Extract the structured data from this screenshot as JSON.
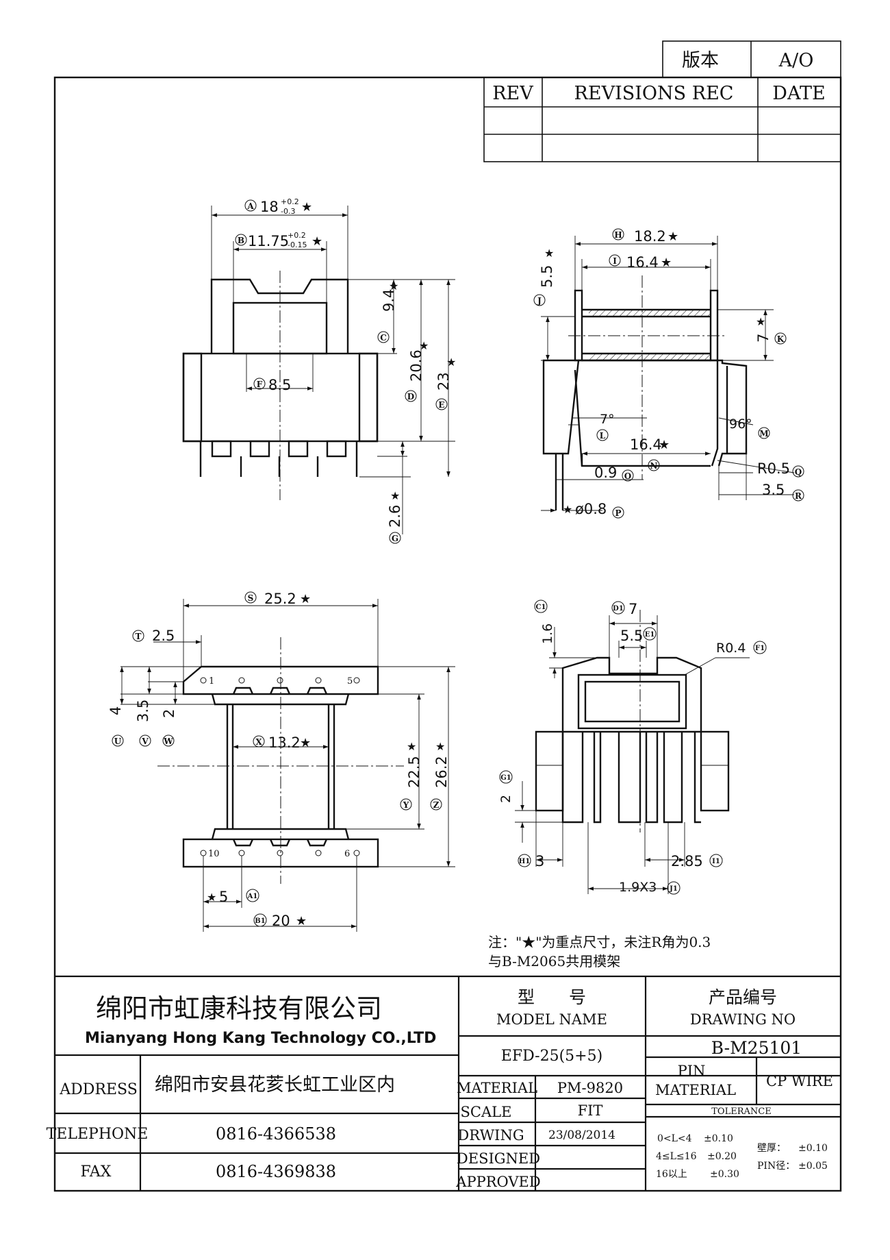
{
  "revision_header": {
    "version_label": "版本",
    "version_value": "A/O",
    "rev_label": "REV",
    "revisions_label": "REVISIONS REC",
    "date_label": "DATE"
  },
  "drawing": {
    "view_top_left": {
      "A": {
        "letter": "A",
        "text": "18",
        "tol_plus": "+0.2",
        "tol_minus": "-0.3"
      },
      "B": {
        "letter": "B",
        "text": "11.75",
        "tol_plus": "+0.2",
        "tol_minus": "-0.15"
      },
      "C": {
        "letter": "C",
        "text": "9.4"
      },
      "D": {
        "letter": "D",
        "text": "20.6"
      },
      "E": {
        "letter": "E",
        "text": "23"
      },
      "F": {
        "letter": "F",
        "text": "8.5"
      },
      "G": {
        "letter": "G",
        "text": "2.6"
      }
    },
    "view_top_right": {
      "H": {
        "letter": "H",
        "text": "18.2"
      },
      "I": {
        "letter": "I",
        "text": "16.4"
      },
      "J": {
        "letter": "J",
        "text": "5.5"
      },
      "K": {
        "letter": "K",
        "text": "7"
      },
      "L": {
        "letter": "L",
        "text": "7°"
      },
      "M": {
        "letter": "M",
        "text": "96°"
      },
      "N": {
        "letter": "N",
        "text": "16.4"
      },
      "O": {
        "letter": "O",
        "text": "0.9"
      },
      "P": {
        "letter": "P",
        "text": "ø0.8"
      },
      "Q": {
        "letter": "Q",
        "text": "R0.5"
      },
      "R": {
        "letter": "R",
        "text": "3.5"
      }
    },
    "view_bottom_left": {
      "S": {
        "letter": "S",
        "text": "25.2"
      },
      "T": {
        "letter": "T",
        "text": "2.5"
      },
      "U": {
        "letter": "U",
        "text": "4"
      },
      "V": {
        "letter": "V",
        "text": "3.5"
      },
      "W": {
        "letter": "W",
        "text": "2"
      },
      "X": {
        "letter": "X",
        "text": "13.2"
      },
      "Y": {
        "letter": "Y",
        "text": "22.5"
      },
      "Z": {
        "letter": "Z",
        "text": "26.2"
      },
      "A1": {
        "letter": "A1",
        "text": "5"
      },
      "B1": {
        "letter": "B1",
        "text": "20"
      },
      "pin_1": "1",
      "pin_5": "5",
      "pin_10": "10",
      "pin_6": "6"
    },
    "view_bottom_right": {
      "C1": {
        "letter": "C1",
        "text": "1.6"
      },
      "D1": {
        "letter": "D1",
        "text": "7"
      },
      "E1": {
        "letter": "E1",
        "text": "5.5"
      },
      "F1": {
        "letter": "F1",
        "text": "R0.4"
      },
      "G1": {
        "letter": "G1",
        "text": "2"
      },
      "H1": {
        "letter": "H1",
        "text": "3"
      },
      "I1": {
        "letter": "I1",
        "text": "2.85"
      },
      "J1": {
        "letter": "J1",
        "text": "1.9X3"
      }
    },
    "notes": {
      "line1": "注：\"★\"为重点尺寸，未注R角为0.3",
      "line2": "与B-M2065共用模架"
    }
  },
  "title_block": {
    "company_cn": "绵阳市虹康科技有限公司",
    "company_en": "Mianyang Hong Kang Technology CO.,LTD",
    "address_label": "ADDRESS",
    "address_value": "绵阳市安县花荄长虹工业区内",
    "telephone_label": "TELEPHONE",
    "telephone_value": "0816-4366538",
    "fax_label": "FAX",
    "fax_value": "0816-4369838",
    "model_cn": "型　　号",
    "model_label": "MODEL NAME",
    "model_value": "EFD-25(5+5)",
    "drawing_no_cn": "产品编号",
    "drawing_no_label": "DRAWING NO",
    "drawing_no_value": "B-M25101",
    "material_label": "MATERIAL",
    "material_value": "PM-9820",
    "pin_material_label_1": "PIN",
    "pin_material_label_2": "MATERIAL",
    "pin_material_value": "CP WIRE",
    "scale_label": "SCALE",
    "scale_value": "FIT",
    "tolerance_label": "TOLERANCE",
    "drwing_label": "DRWING",
    "drwing_value": "23/08/2014",
    "designed_label": "DESIGNED",
    "approved_label": "APPROVED",
    "tolerances": [
      {
        "range": "0<L<4",
        "value": "±0.10"
      },
      {
        "range": "4≤L≤16",
        "value": "±0.20"
      },
      {
        "range": "16以上",
        "value": "±0.30"
      }
    ],
    "wall_label": "壁厚：",
    "wall_value": "±0.10",
    "pin_dia_label": "PIN径：",
    "pin_dia_value": "±0.05"
  }
}
